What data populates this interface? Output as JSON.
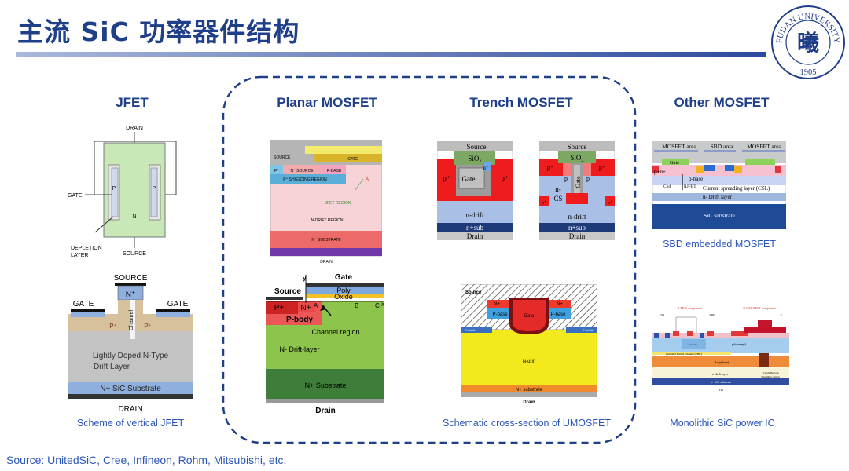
{
  "slide": {
    "title": "主流 SiC 功率器件结构",
    "source": "Source: UnitedSiC, Cree, Infineon, Rohm, Mitsubishi, etc."
  },
  "logo": {
    "ring_text": "FUDAN UNIVERSITY",
    "year": "1905",
    "center_glyph": "曦"
  },
  "colors": {
    "title": "#1f3f88",
    "caption": "#2b56b8",
    "dash_border": "#1f3f88",
    "drift_green": "#8ec74a",
    "substrate_red": "#e06060",
    "ndrift_yellow": "#f2ea1c"
  },
  "columns": {
    "jfet": {
      "heading": "JFET",
      "caption": "Scheme of vertical JFET"
    },
    "planar": {
      "heading": "Planar MOSFET"
    },
    "trench": {
      "heading": "Trench MOSFET",
      "caption": "Schematic cross-section of UMOSFET"
    },
    "other": {
      "heading": "Other MOSFET",
      "caption_top": "SBD embedded MOSFET",
      "caption_bottom": "Monolithic SiC power IC"
    }
  },
  "jfet_top": {
    "drain": "DRAIN",
    "gate": "GATE",
    "p_left": "P",
    "p_right": "P",
    "n": "N",
    "depletion_line1": "DEPLETION",
    "depletion_line2": "LAYER",
    "source": "SOURCE"
  },
  "jfet_bottom": {
    "source": "SOURCE",
    "nplus": "N⁺",
    "gate_left": "GATE",
    "gate_right": "GATE",
    "pplus_left": "P⁺",
    "pplus_right": "P⁺",
    "channel": "Channel",
    "drift_line1": "Lightly Doped N-Type",
    "drift_line2": "Drift Layer",
    "substrate": "N+ SiC Substrate",
    "drain": "DRAIN"
  },
  "planar_top": {
    "source": "SOURCE",
    "gate": "GATE",
    "pplus": "P⁺",
    "nsource": "N⁺ SOURCE",
    "pbase": "P-BASE",
    "shielding": "P⁺ SHIELDING REGION",
    "jfet_region": "JFET REGION",
    "a": "A",
    "ndrift": "N-DRIFT REGION",
    "nsubstrate": "N⁺ SUBSTRATE",
    "drain": "DRAIN"
  },
  "planar_bottom": {
    "gate": "Gate",
    "y": "y",
    "poly": "Poly",
    "oxide": "Oxide",
    "source": "Source",
    "pplus": "P+",
    "nplus": "N+",
    "a": "A",
    "b": "B",
    "c": "C",
    "x": "x",
    "pbody": "P-body",
    "channel": "Channel region",
    "drift": "N- Drift-layer",
    "substrate": "N+ Substrate",
    "drain": "Drain"
  },
  "trench_a": {
    "source": "Source",
    "sio2": "SiO₂",
    "gate": "Gate",
    "pplus_l": "p⁺",
    "pplus_r": "p⁺",
    "nplus": "n⁺",
    "ndrift": "n-drift",
    "nsub": "n+sub",
    "drain": "Drain"
  },
  "trench_b": {
    "source": "Source",
    "sio2": "SiO₂",
    "pplus_l": "p⁺",
    "pplus_r": "p⁺",
    "p_l": "p",
    "p_r": "p",
    "gate": "Gate",
    "ncs_line1": "n-",
    "ncs_line2": "CS",
    "pplus_bl": "p⁺",
    "pplus_br": "p⁺",
    "ndrift": "n-drift",
    "nsub": "n+sub",
    "drain": "Drain"
  },
  "umosfet": {
    "source": "Source",
    "nplus_l": "N+",
    "nplus_r": "N+",
    "pbase_l": "P-base",
    "pbase_r": "P-base",
    "gate": "Gate",
    "shield_l": "P-shield",
    "shield_r": "P-shield",
    "ndrift": "N-drift",
    "substrate": "N+ substrate",
    "drain": "Drain"
  },
  "sbd_mosfet": {
    "mos_area_l": "MOSFET area",
    "sbd_area": "SBD area",
    "mos_area_r": "MOSFET area",
    "gate": "Gate",
    "pn": "p+n+",
    "pbase": "p-base",
    "cgd": "Cgd",
    "rjfet": "RJFET",
    "csl": "Current spreading layer (CSL)",
    "drift": "n- Drift layer",
    "substrate": "SiC substrate"
  },
  "power_ic": {
    "cmos": "CMOS component",
    "umos": "R-UMOSFET component",
    "v1": "VSS",
    "v2": "VDD",
    "v3": "V",
    "nwell": "n-well",
    "pbase_epi": "p-base(epi)",
    "channel": "Epitaxial Buried Channel (EBC)",
    "body": "Body(base)",
    "drift": "n- drift layer",
    "trench_l1": "Trench Bottom",
    "trench_l2": "Shielding region",
    "substrate": "n+ SiC substrate",
    "vd": "VD"
  }
}
